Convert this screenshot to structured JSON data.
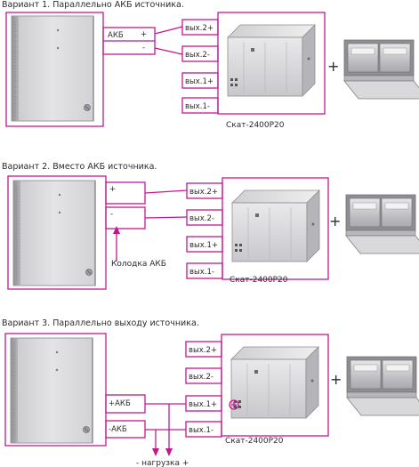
{
  "variants": [
    {
      "title": "Вариант 1. Параллельно АКБ источника.",
      "terminal_akb": "АКБ",
      "plus": "+",
      "minus": "-",
      "outputs": [
        "вых.2+",
        "вых.2-",
        "вых.1+",
        "вых.1-"
      ],
      "device": "Скат-2400Р20",
      "connector": "+"
    },
    {
      "title": "Вариант 2. Вместо АКБ источника.",
      "plus": "+",
      "minus": "-",
      "callout": "Колодка АКБ",
      "outputs": [
        "вых.2+",
        "вых.2-",
        "вых.1+",
        "вых.1-"
      ],
      "device": "Скат-2400Р20",
      "connector": "+"
    },
    {
      "title": "Вариант 3. Параллельно выходу источника.",
      "plus_akb": "+АКБ",
      "minus_akb": "-АКБ",
      "load": "- нагрузка +",
      "outputs": [
        "вых.2+",
        "вых.2-",
        "вых.1+",
        "вых.1-"
      ],
      "device": "Скат-2400Р20",
      "connector": "+"
    }
  ],
  "colors": {
    "wire": "#c2188f",
    "case": "#d6d6d8",
    "case_dark": "#a9a9ad",
    "text": "#2b2b2b"
  }
}
